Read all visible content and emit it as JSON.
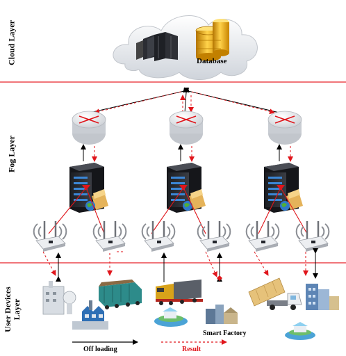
{
  "layers": {
    "cloud": "Cloud Layer",
    "fog": "Fog Layer",
    "user_line1": "User Devices",
    "user_line2": "Layer"
  },
  "labels": {
    "database": "Database",
    "off_loading": "Off loading",
    "result": "Result",
    "smart_factory": "Smart Factory"
  },
  "icons": {
    "cloud": "cloud-icon",
    "server_rack": "server-rack-icon",
    "database": "database-icon",
    "router": "router-icon",
    "fog_server": "fog-server-icon",
    "wifi_ap": "wifi-access-point-icon",
    "factory": "factory-icon",
    "train": "freight-train-icon",
    "truck": "dump-truck-icon",
    "building": "building-icon",
    "island": "island-house-icon"
  },
  "colors": {
    "divider": "#e8232a",
    "offload_arrow": "#000000",
    "result_arrow": "#e0151b",
    "database": "#e8a317"
  }
}
